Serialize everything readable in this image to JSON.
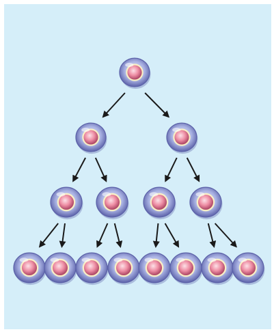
{
  "diagram": {
    "background": "#d5eef9",
    "arrow_color": "#1a1a1a",
    "cell_colors": {
      "membrane_light": "#f3f1ff",
      "membrane_mid": "#a9b2e3",
      "membrane_dark": "#5c62a9",
      "nucleus_light": "#fde1e7",
      "nucleus_mid": "#ee8ea4",
      "nucleus_dark": "#b04a68",
      "nucleus_halo": "#fff4c2"
    },
    "levels": [
      {
        "generation": 1,
        "cell_count": 1
      },
      {
        "generation": 2,
        "cell_count": 2
      },
      {
        "generation": 3,
        "cell_count": 4
      },
      {
        "generation": 4,
        "cell_count": 8
      }
    ]
  }
}
